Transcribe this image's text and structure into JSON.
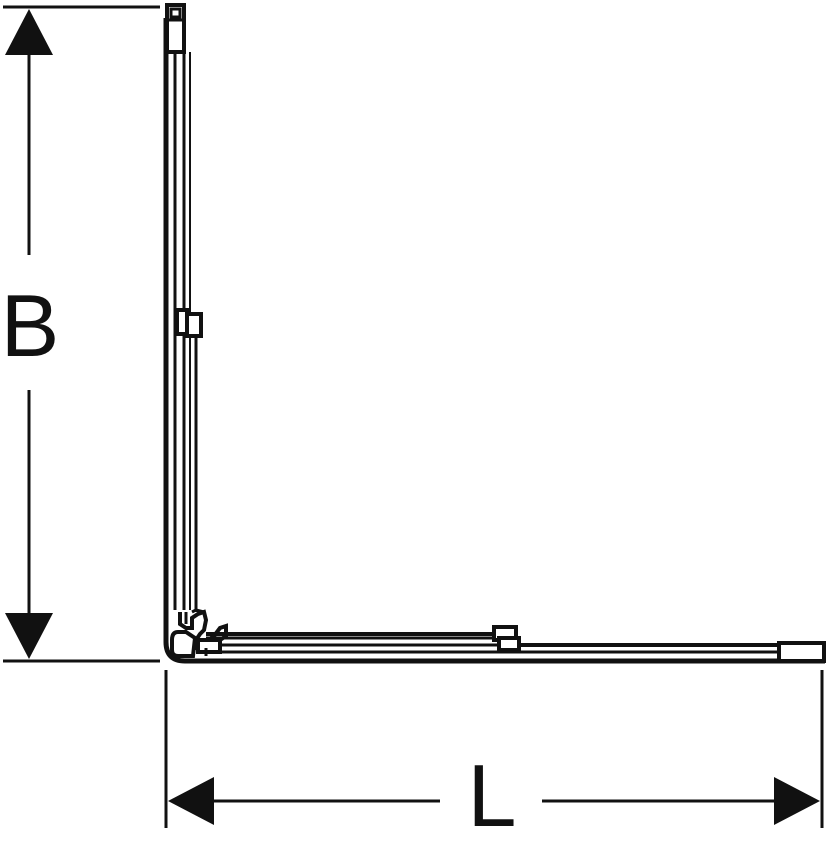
{
  "diagram": {
    "type": "technical-dimension-drawing",
    "subject": "L-shaped corner enclosure (top view)",
    "stroke_color": "#111111",
    "background_color": "#ffffff",
    "dimensions": {
      "vertical": {
        "label": "B",
        "orientation": "vertical",
        "arrows": "both-ends"
      },
      "horizontal": {
        "label": "L",
        "orientation": "horizontal",
        "arrows": "both-ends"
      }
    },
    "elements": [
      {
        "name": "vertical-side-panel",
        "description": "Left side profile running from top to bottom corner"
      },
      {
        "name": "horizontal-side-panel",
        "description": "Bottom profile running from corner to right end"
      },
      {
        "name": "top-end-cap",
        "description": "Rectangular end cap at top of vertical side"
      },
      {
        "name": "right-end-cap",
        "description": "Rectangular end cap at right of horizontal side"
      },
      {
        "name": "vertical-mid-clip",
        "description": "Connector clip on vertical side near midpoint"
      },
      {
        "name": "horizontal-mid-clip",
        "description": "Connector clip on horizontal side"
      },
      {
        "name": "corner-joint",
        "description": "Rounded corner joint with hinge/seal detail"
      }
    ]
  }
}
